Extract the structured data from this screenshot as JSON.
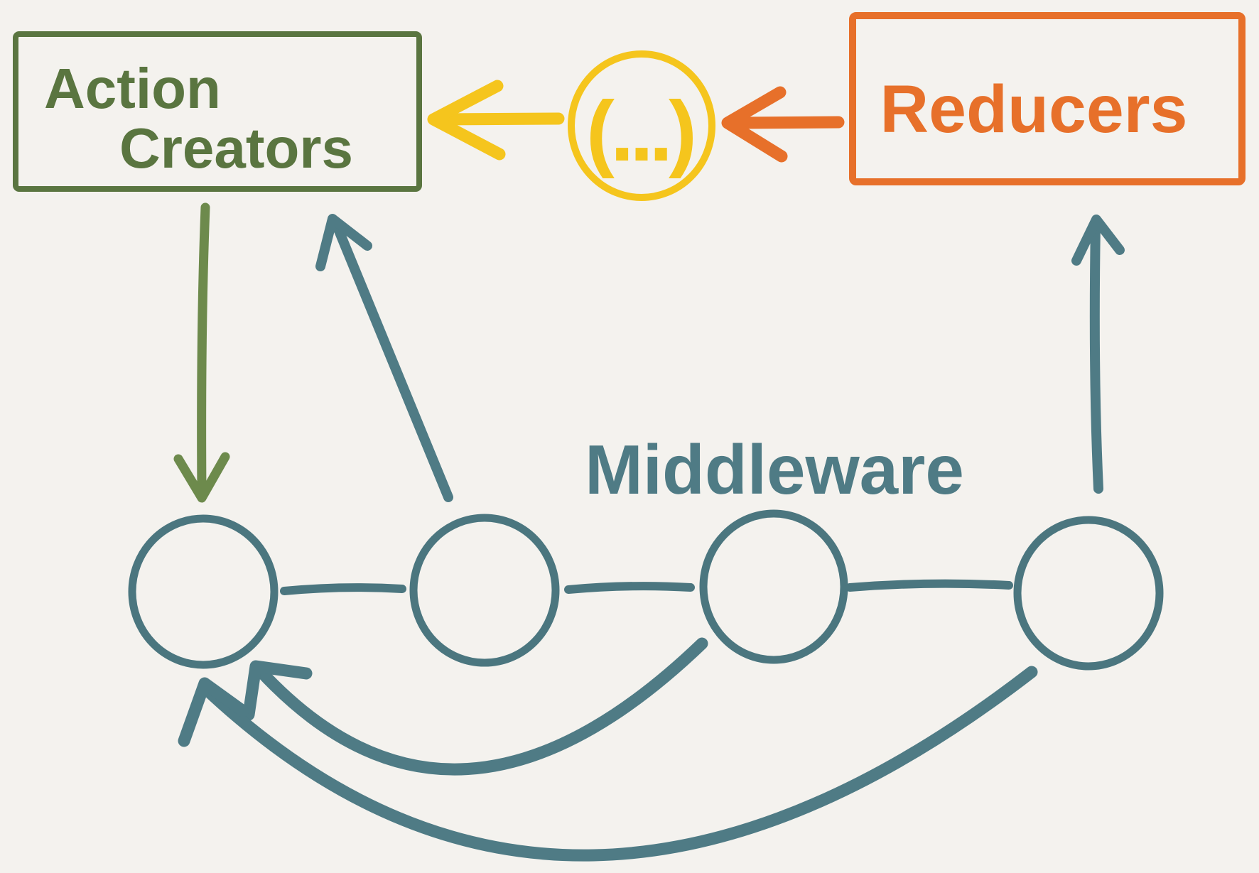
{
  "labels": {
    "action_creators_line1": "Action",
    "action_creators_line2": "Creators",
    "reducers": "Reducers",
    "middleware": "Middleware",
    "dispatch_symbol": "(...)"
  },
  "colors": {
    "background": "#f4f2ee",
    "green": "#5a7540",
    "green_fill": "#dcdfd1",
    "green_arrow": "#6d8a4c",
    "yellow": "#f5c51d",
    "yellow_fill": "#f6efd1",
    "orange": "#e7702a",
    "orange_fill": "#f5e2d2",
    "teal": "#4f7b85",
    "teal_dark": "#4b767f",
    "teal_fill": "#dde3de"
  },
  "middleware_chain": {
    "node_count": 4
  },
  "edges": [
    {
      "from": "dispatch",
      "to": "action-creators",
      "color": "yellow"
    },
    {
      "from": "reducers",
      "to": "dispatch",
      "color": "orange"
    },
    {
      "from": "action-creators",
      "to": "middleware-1",
      "color": "green"
    },
    {
      "from": "middleware-2",
      "to": "action-creators",
      "color": "teal"
    },
    {
      "from": "middleware-4",
      "to": "reducers",
      "color": "teal"
    },
    {
      "from": "middleware-1",
      "to": "middleware-2",
      "color": "teal"
    },
    {
      "from": "middleware-2",
      "to": "middleware-3",
      "color": "teal"
    },
    {
      "from": "middleware-3",
      "to": "middleware-4",
      "color": "teal"
    },
    {
      "from": "middleware-3",
      "to": "middleware-1",
      "color": "teal"
    },
    {
      "from": "middleware-4",
      "to": "middleware-1",
      "color": "teal"
    }
  ]
}
